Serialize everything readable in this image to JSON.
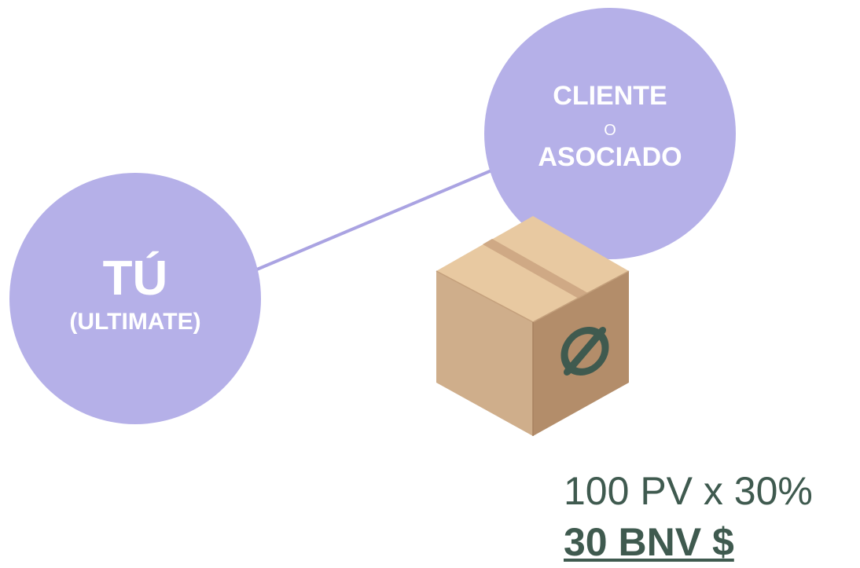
{
  "colors": {
    "circle_fill": "#b5b0e8",
    "connector": "#aaa3e2",
    "circle_text": "#ffffff",
    "box_top": "#e8c9a1",
    "box_left": "#cfae8b",
    "box_right": "#b38d6a",
    "box_tape": "#cfa985",
    "logo": "#3f5a4f",
    "formula_text": "#3f5a4f"
  },
  "nodes": {
    "you": {
      "title": "TÚ",
      "subtitle": "(ULTIMATE)"
    },
    "client": {
      "line1": "CLIENTE",
      "connector_word": "O",
      "line2": "ASOCIADO"
    }
  },
  "package": {
    "icon": "cardboard-box-icon",
    "logo_icon": "brand-logo-icon"
  },
  "calculation": {
    "formula": "100 PV x 30%",
    "result": "30 BNV $"
  }
}
